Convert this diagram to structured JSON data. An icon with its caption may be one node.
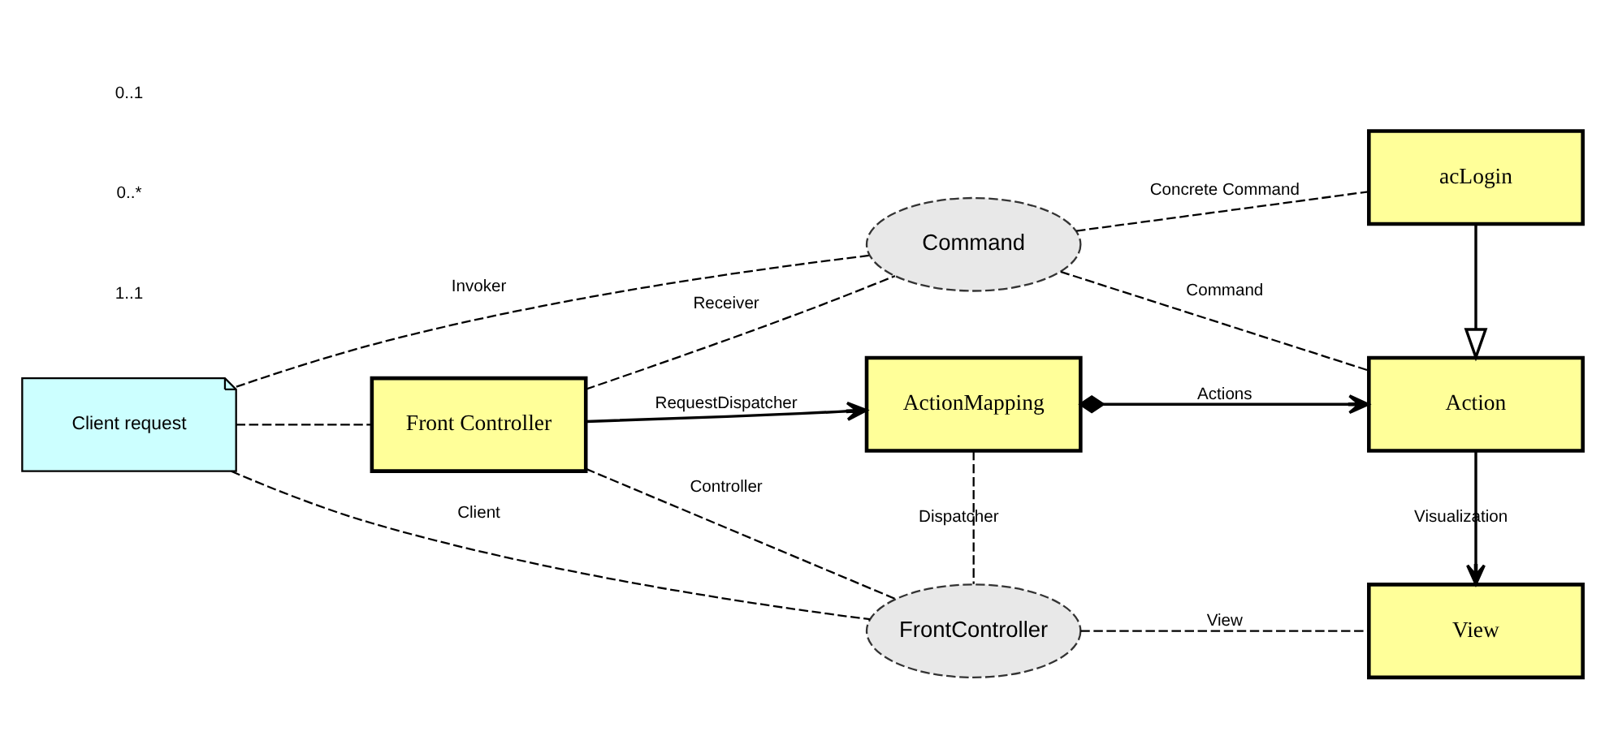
{
  "diagram": {
    "nodes": [
      {
        "text": [
          "Command"
        ]
      },
      {
        "text": [
          "acLogin"
        ]
      },
      {
        "text": [
          "Client request"
        ]
      },
      {
        "text": [
          "Front Controller"
        ]
      },
      {
        "text": [
          "ActionMapping"
        ]
      },
      {
        "text": [
          "Action"
        ]
      },
      {
        "text": [
          "FrontController"
        ]
      },
      {
        "text": [
          "View"
        ]
      }
    ],
    "edges": [
      {
        "from": 0,
        "to": 1,
        "arrow": "none",
        "label": "Concrete Command",
        "style": "dashed"
      },
      {
        "from": 2,
        "to": 0,
        "arrow": "none",
        "label": "Invoker",
        "style": "dashed"
      },
      {
        "from": 3,
        "to": 0,
        "arrow": "none",
        "label": "Receiver",
        "style": "dashed"
      },
      {
        "from": 0,
        "to": 5,
        "arrow": "none",
        "label": "Command",
        "style": "dashed"
      },
      {
        "from": 1,
        "to": 5,
        "arrow": "to"
      },
      {
        "from": 2,
        "to": 3,
        "arrow": "none",
        "style": "dashed"
      },
      {
        "from": 3,
        "to": 4,
        "arrow": "to",
        "label": "RequestDispatcher"
      },
      {
        "from": 4,
        "to": 5,
        "arrow": "to",
        "label": "Actions"
      },
      {
        "from": 5,
        "to": 7,
        "arrow": "to",
        "label": "Visualization"
      },
      {
        "from": 2,
        "to": 6,
        "arrow": "none",
        "label": "Client",
        "style": "dashed"
      },
      {
        "from": 3,
        "to": 6,
        "arrow": "none",
        "label": "Controller",
        "style": "dashed"
      },
      {
        "from": 4,
        "to": 6,
        "arrow": "none",
        "label": "Dispatcher",
        "style": "dashed"
      },
      {
        "from": 6,
        "to": 7,
        "arrow": "none",
        "label": "View",
        "style": "dashed"
      }
    ],
    "labels": [
      "1..1",
      "0..*",
      "0..1"
    ]
  }
}
